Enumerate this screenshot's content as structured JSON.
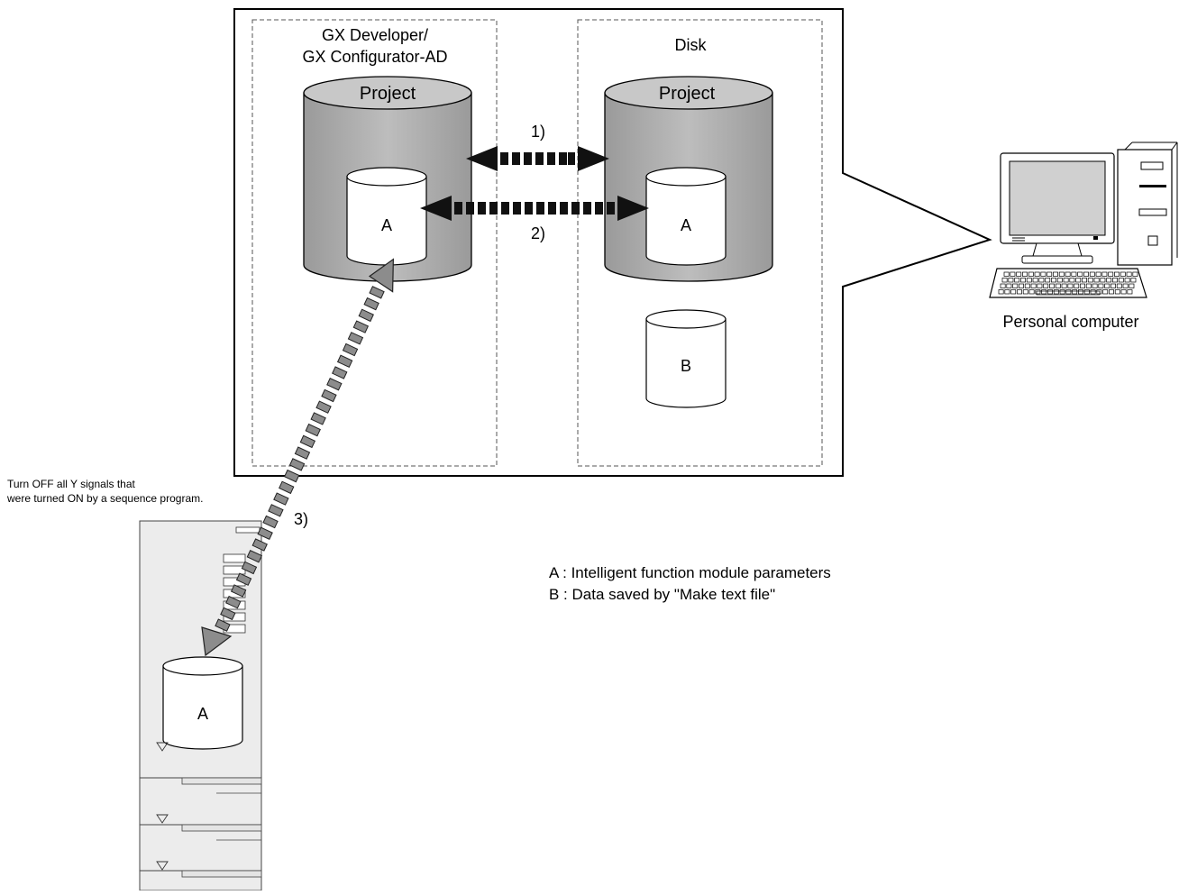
{
  "panels": {
    "left_title_line1": "GX Developer/",
    "left_title_line2": "GX Configurator-AD",
    "right_title": "Disk"
  },
  "cylinders": {
    "left_project_label": "Project",
    "right_project_label": "Project",
    "left_inner_label": "A",
    "right_inner_label": "A",
    "disk_b_label": "B",
    "plc_inner_label": "A"
  },
  "arrows": {
    "arrow1_label": "1)",
    "arrow2_label": "2)",
    "arrow3_label": "3)"
  },
  "computer": {
    "label": "Personal computer"
  },
  "notes": {
    "plc_note_line1": "Turn OFF all Y signals that",
    "plc_note_line2": "were turned ON by a sequence program."
  },
  "legend": {
    "a": "A : Intelligent function module parameters",
    "b": "B : Data saved by \"Make text file\""
  },
  "colors": {
    "project_gray": "#b4b4b4",
    "arrow_gray": "#8c8c8c",
    "plc_bg": "#ececec"
  }
}
